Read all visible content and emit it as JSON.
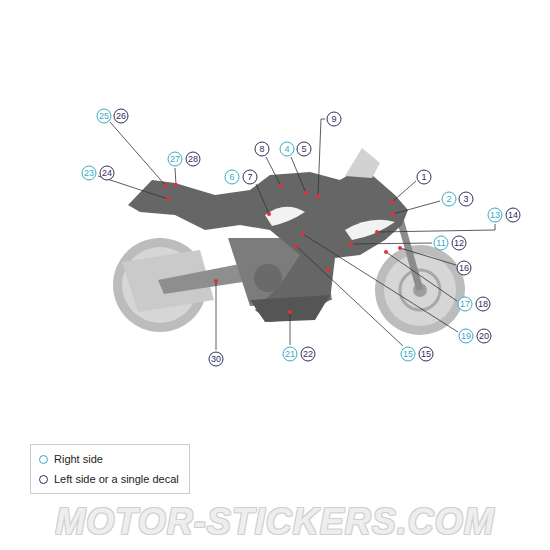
{
  "diagram": {
    "labels": [
      "25",
      "26",
      "27",
      "28",
      "23",
      "24",
      "8",
      "4",
      "5",
      "9",
      "6",
      "7",
      "1",
      "2",
      "3",
      "13",
      "14",
      "11",
      "12",
      "16",
      "17",
      "18",
      "19",
      "20",
      "15",
      "15",
      "21",
      "22",
      "30",
      "MOTOR-STICKERS.COM"
    ],
    "legend": [
      {
        "text": "Right side"
      },
      {
        "text": "Left side or a single decal"
      }
    ]
  }
}
